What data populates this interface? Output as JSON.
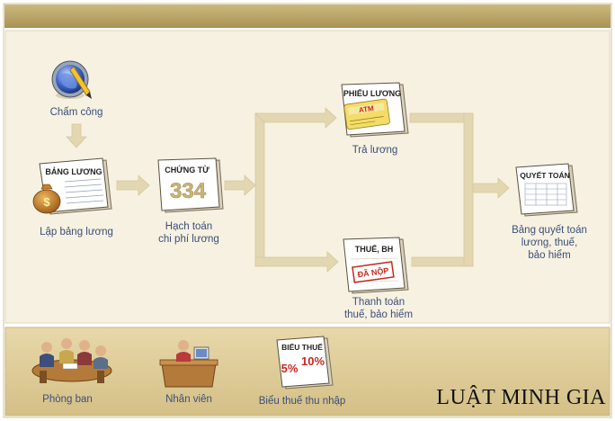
{
  "flow": {
    "cham_cong": "Chấm công",
    "lap_bang_luong": "Lập bảng lương",
    "hach_toan_line1": "Hạch toán",
    "hach_toan_line2": "chi phí lương",
    "tra_luong": "Trả lương",
    "thanh_toan_line1": "Thanh toán",
    "thanh_toan_line2": "thuế, bảo hiểm",
    "quyet_toan_line1": "Bảng quyết toán",
    "quyet_toan_line2": "lương, thuế,",
    "quyet_toan_line3": "bảo hiểm"
  },
  "documents": {
    "bang_luong": "BẢNG LƯƠNG",
    "chung_tu": "CHỨNG TỪ",
    "chung_tu_number": "334",
    "phieu_luong": "PHIẾU LƯƠNG",
    "atm": "ATM",
    "thue_bh": "THUẾ, BH",
    "da_nop": "ĐÃ NỘP",
    "quyet_toan": "QUYẾT TOÁN",
    "bieu_thue": "BIỂU THUẾ",
    "rate_low": "5%",
    "rate_high": "10%"
  },
  "resources": {
    "phong_ban": "Phòng ban",
    "nhan_vien": "Nhân viên",
    "bieu_thue_thu_nhap": "Biểu thuế thu nhập"
  },
  "brand": "LUẬT MINH GIA",
  "colors": {
    "header_bar": "#b9a467",
    "panel_bg": "#f7f1e1",
    "bottom_bg": "#dcc995",
    "arrow": "#e3d7b2",
    "label_text": "#3a4f7a",
    "stamp_red": "#c8281e"
  }
}
